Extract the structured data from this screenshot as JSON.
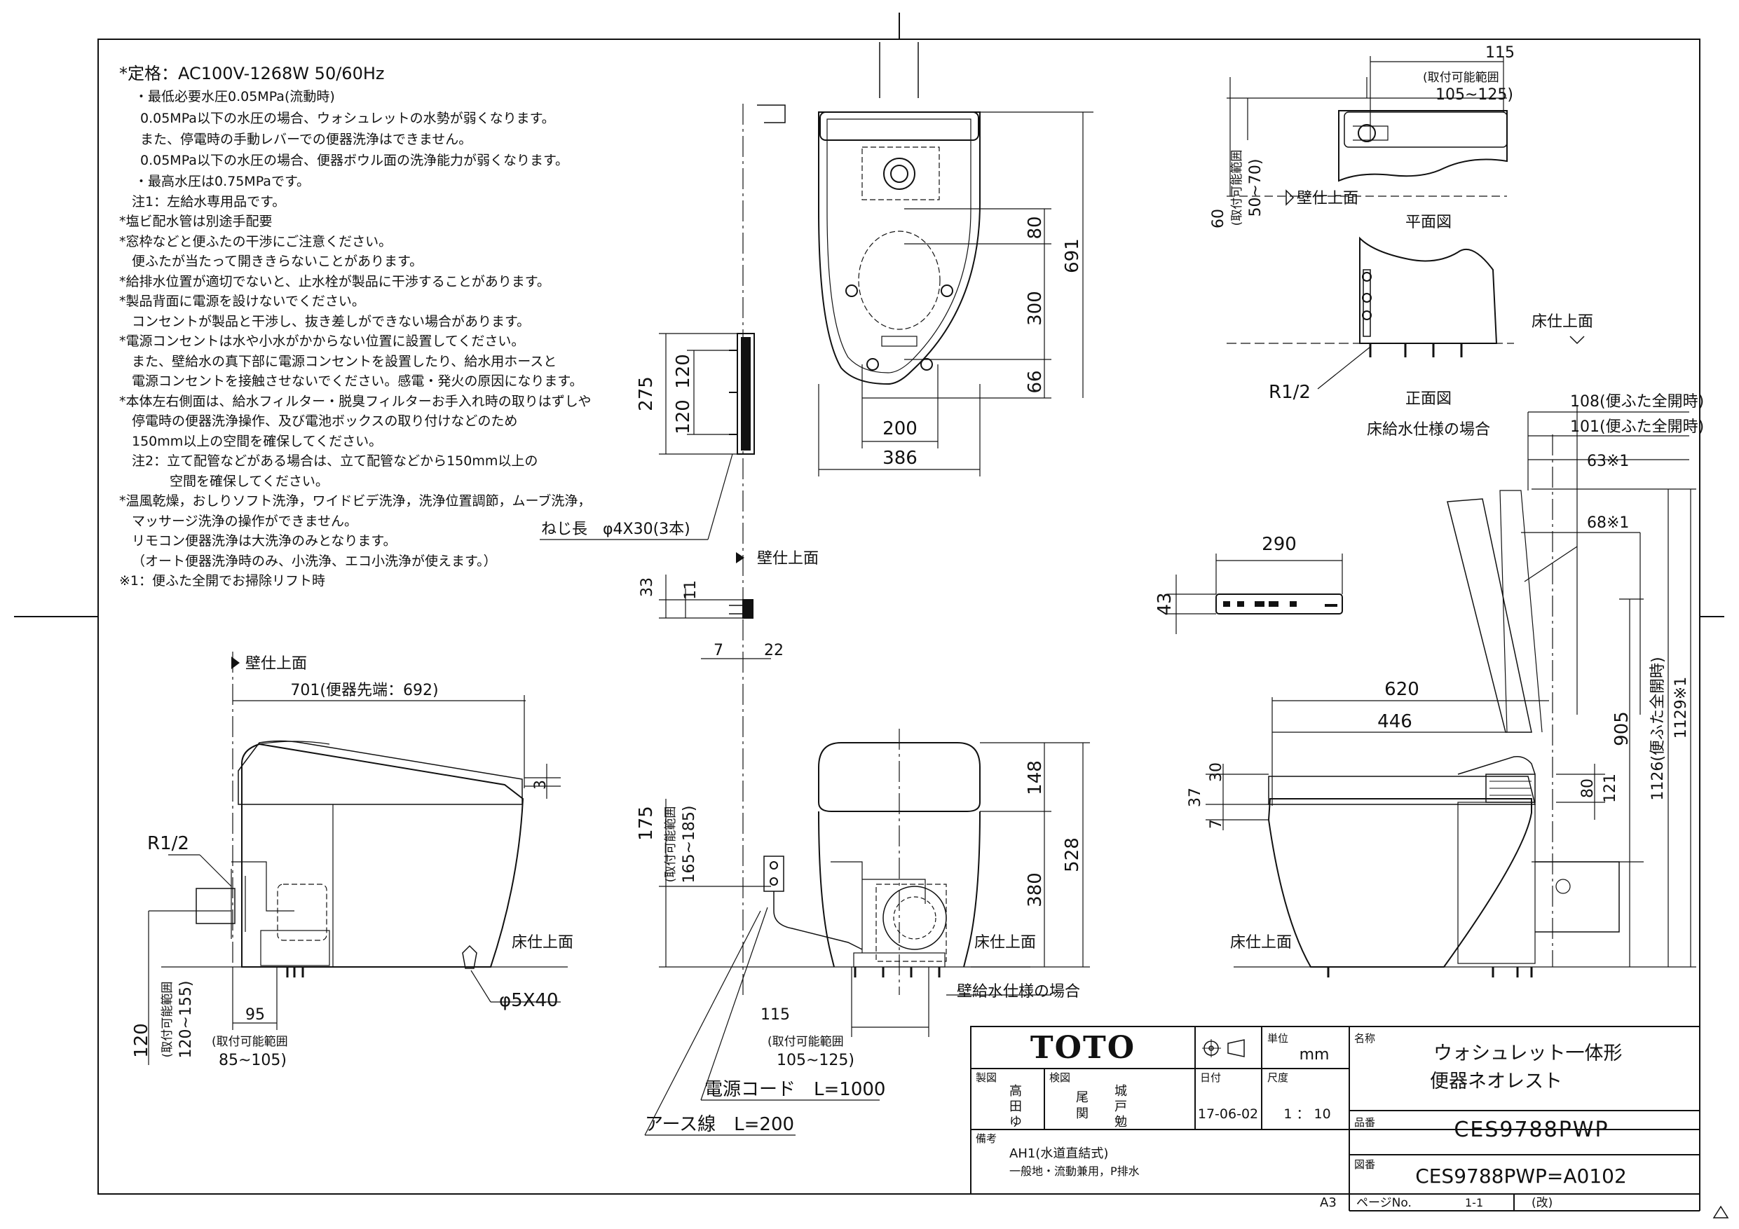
{
  "notes": [
    "*定格：AC100V-1268W 50/60Hz",
    "・最低必要水圧0.05MPa(流動時)",
    "0.05MPa以下の水圧の場合、ウォシュレットの水勢が弱くなります。",
    "また、停電時の手動レバーでの便器洗浄はできません。",
    "0.05MPa以下の水圧の場合、便器ボウル面の洗浄能力が弱くなります。",
    "・最高水圧は0.75MPaです。",
    "注1：左給水専用品です。",
    "*塩ビ配水管は別途手配要",
    "*窓枠などと便ふたの干渉にご注意ください。",
    "便ふたが当たって開ききらないことがあります。",
    "*給排水位置が適切でないと、止水栓が製品に干渉することがあります。",
    "*製品背面に電源を設けないでください。",
    "コンセントが製品と干渉し、抜き差しができない場合があります。",
    "*電源コンセントは水や小水がかからない位置に設置してください。",
    "また、壁給水の真下部に電源コンセントを設置したり、給水用ホースと",
    "電源コンセントを接触させないでください。感電・発火の原因になります。",
    "*本体左右側面は、給水フィルター・脱臭フィルターお手入れ時の取りはずしや",
    "停電時の便器洗浄操作、及び電池ボックスの取り付けなどのため",
    "150mm以上の空間を確保してください。",
    "注2：立て配管などがある場合は、立て配管などから150mm以上の",
    "空間を確保してください。",
    "*温風乾燥，おしりソフト洗浄，ワイドビデ洗浄，洗浄位置調節，ムーブ洗浄，",
    "マッサージ洗浄の操作ができません。",
    "リモコン便器洗浄は大洗浄のみとなります。",
    "（オート便器洗浄時のみ、小洗浄、エコ小洗浄が使えます。）",
    "※1：便ふた全開でお掃除リフト時"
  ],
  "top_view": {
    "dim_80": "80",
    "dim_300": "300",
    "dim_66": "66",
    "dim_691": "691",
    "dim_200": "200",
    "dim_386": "386"
  },
  "bracket_view": {
    "dim_275": "275",
    "dim_120a": "120",
    "dim_120b": "120",
    "screw": "ねじ長　φ4X30(3本)"
  },
  "small_side": {
    "wall": "壁仕上面",
    "dim_33": "33",
    "dim_11": "11",
    "dim_7": "7",
    "dim_22": "22"
  },
  "side_view": {
    "wall": "壁仕上面",
    "dim_701": "701(便器先端：692)",
    "dim_3": "3",
    "r12": "R1/2",
    "floor": "床仕上面",
    "bolt": "φ5X40",
    "dim_120": "120",
    "range_label": "(取付可能範囲",
    "range_120": "120~155)",
    "dim_95": "95",
    "range_label2": "(取付可能範囲",
    "range_85": "85~105)"
  },
  "front_view": {
    "dim_148": "148",
    "dim_528": "528",
    "dim_380": "380",
    "dim_175": "175",
    "range_label": "(取付可能範囲",
    "range_165": "165~185)",
    "floor": "床仕上面",
    "caption": "壁給水仕様の場合",
    "dim_115": "115",
    "range_label2": "(取付可能範囲",
    "range_105": "105~125)",
    "cord": "電源コード　L=1000",
    "earth": "アース線　L=200"
  },
  "plan_view": {
    "dim_115": "115",
    "range_label": "(取付可能範囲",
    "range_105": "105~125)",
    "dim_60": "60",
    "range_label2": "(取付可能範囲",
    "range_50": "50~70)",
    "wall": "壁仕上面",
    "caption": "平面図"
  },
  "front_small": {
    "floor": "床仕上面",
    "r12": "R1/2",
    "caption": "正面図",
    "caption2": "床給水仕様の場合"
  },
  "remote": {
    "dim_290": "290",
    "dim_43": "43"
  },
  "right_side": {
    "dim_108": "108(便ふた全開時)",
    "dim_101": "101(便ふた全開時)",
    "dim_63": "63※1",
    "dim_68": "68※1",
    "dim_620": "620",
    "dim_446": "446",
    "dim_905": "905",
    "dim_1126": "1126(便ふた全開時)",
    "dim_1129": "1129※1",
    "dim_30": "30",
    "dim_37": "37",
    "dim_7": "7",
    "dim_80": "80",
    "dim_121": "121",
    "floor": "床仕上面"
  },
  "title_block": {
    "brand": "TOTO",
    "unit_label": "単位",
    "unit": "mm",
    "maker_label": "製図",
    "maker1": "高",
    "maker2": "田",
    "maker3": "ゆ",
    "check_label": "検図",
    "check1": "尾",
    "check2": "関",
    "check3": "城",
    "check4": "戸",
    "check5": "勉",
    "date_label": "日付",
    "date": "17-06-02",
    "scale_label": "尺度",
    "scale": "1 ： 10",
    "name_label": "名称",
    "name1": "ウォシュレット一体形",
    "name2": "便器ネオレスト",
    "part_label": "品番",
    "part": "CES9788PWP",
    "note_label": "備考",
    "note1": "AH1(水道直結式)",
    "note2": "一般地・流動兼用，P排水",
    "dwg_label": "図番",
    "dwg": "CES9788PWP=A0102",
    "size": "A3",
    "page_label": "ページNo.",
    "page": "1-1",
    "rev_label": "(改)"
  }
}
